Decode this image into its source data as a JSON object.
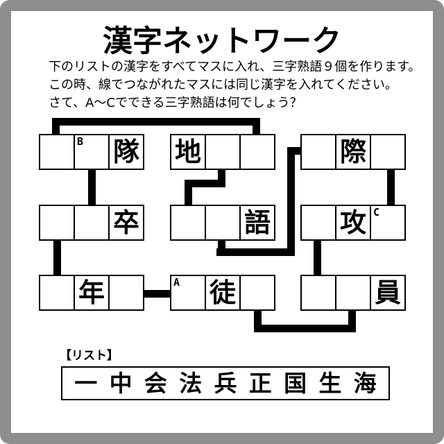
{
  "page": {
    "title": "漢字ネットワーク",
    "instructions": [
      "下のリストの漢字をすべてマスに入れ、三字熟語９個を作ります。",
      "この時、線でつながれたマスには同じ漢字を入れてください。",
      "さて、A〜Cでできる三字熟語は何でしょう？"
    ]
  },
  "colors": {
    "frame_gray": "#8e8e8e",
    "line_black": "#000000",
    "background": "#ffffff"
  },
  "grid": {
    "groups": [
      {
        "id": "top-left",
        "cells": [
          {
            "char": "",
            "corner": ""
          },
          {
            "char": "",
            "corner": "B"
          },
          {
            "char": "隊",
            "corner": ""
          }
        ]
      },
      {
        "id": "top-middle",
        "cells": [
          {
            "char": "地",
            "corner": ""
          },
          {
            "char": "",
            "corner": ""
          },
          {
            "char": "",
            "corner": ""
          }
        ]
      },
      {
        "id": "top-right",
        "cells": [
          {
            "char": "",
            "corner": ""
          },
          {
            "char": "際",
            "corner": ""
          },
          {
            "char": "",
            "corner": ""
          }
        ]
      },
      {
        "id": "mid-left",
        "cells": [
          {
            "char": "",
            "corner": ""
          },
          {
            "char": "",
            "corner": ""
          },
          {
            "char": "卒",
            "corner": ""
          }
        ]
      },
      {
        "id": "mid-middle",
        "cells": [
          {
            "char": "",
            "corner": ""
          },
          {
            "char": "",
            "corner": ""
          },
          {
            "char": "語",
            "corner": ""
          }
        ]
      },
      {
        "id": "mid-right",
        "cells": [
          {
            "char": "",
            "corner": ""
          },
          {
            "char": "攻",
            "corner": ""
          },
          {
            "char": "",
            "corner": "C"
          }
        ]
      },
      {
        "id": "bottom-left",
        "cells": [
          {
            "char": "",
            "corner": ""
          },
          {
            "char": "年",
            "corner": ""
          },
          {
            "char": "",
            "corner": ""
          }
        ]
      },
      {
        "id": "bottom-middle",
        "cells": [
          {
            "char": "",
            "corner": "A"
          },
          {
            "char": "徒",
            "corner": ""
          },
          {
            "char": "",
            "corner": ""
          }
        ]
      },
      {
        "id": "bottom-right",
        "cells": [
          {
            "char": "",
            "corner": ""
          },
          {
            "char": "",
            "corner": ""
          },
          {
            "char": "員",
            "corner": ""
          }
        ]
      }
    ],
    "connections": [
      {
        "from": "top-left:cell1",
        "to": "top-middle:cell3"
      },
      {
        "from": "top-left:cell2",
        "to": "mid-left:cell2"
      },
      {
        "from": "top-middle:cell2",
        "to": "mid-middle:cell1"
      },
      {
        "from": "mid-middle:cell2",
        "to": "top-right:cell1"
      },
      {
        "from": "top-right:cell3",
        "to": "mid-right:cell3"
      },
      {
        "from": "mid-left:cell1",
        "to": "bottom-left:cell1"
      },
      {
        "from": "bottom-left:cell3",
        "to": "bottom-middle:cell1"
      },
      {
        "from": "mid-right:cell1",
        "to": "bottom-right:cell1"
      },
      {
        "from": "bottom-middle:cell3",
        "to": "bottom-right:cell2"
      }
    ]
  },
  "list": {
    "label": "【リスト】",
    "chars": [
      "一",
      "中",
      "会",
      "法",
      "兵",
      "正",
      "国",
      "生",
      "海"
    ]
  }
}
